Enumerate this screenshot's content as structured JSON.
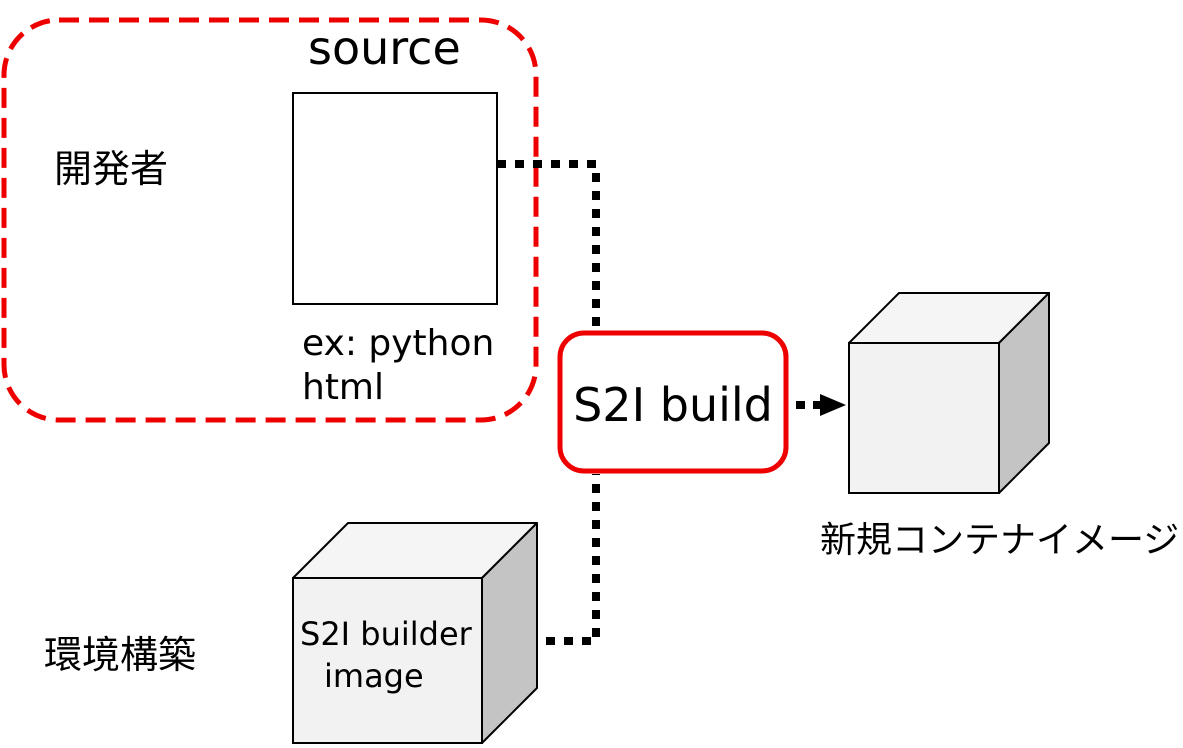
{
  "source_group": {
    "title": "source",
    "role_label": "開発者",
    "example_line1": "ex: python",
    "example_line2": "html"
  },
  "build_step": {
    "label": "S2I build"
  },
  "output": {
    "label": "新規コンテナイメージ"
  },
  "builder": {
    "role_label": "環境構築",
    "name_line1": "S2I builder",
    "name_line2": "image"
  },
  "colors": {
    "accent_red": "#ee0000",
    "cube_front": "#f2f2f2",
    "cube_top": "#f5f5f5",
    "cube_side": "#c4c4c4",
    "line": "#000000"
  }
}
